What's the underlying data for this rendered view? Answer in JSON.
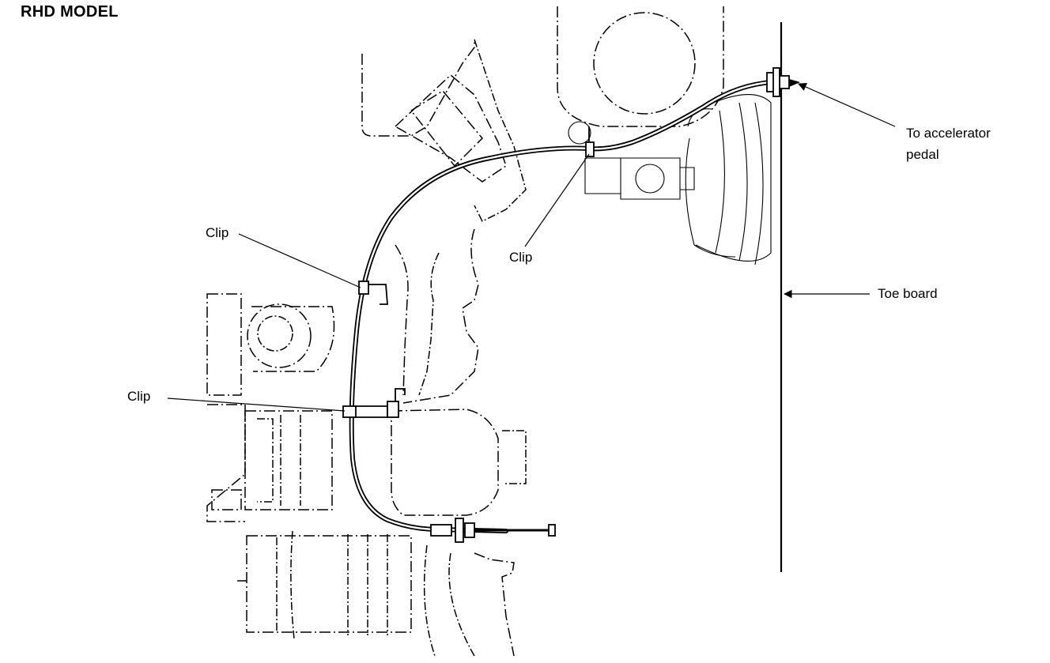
{
  "title": "RHD MODEL",
  "labels": {
    "accelerator_line1": "To accelerator",
    "accelerator_line2": "pedal",
    "toe_board": "Toe board",
    "clip_upper_left": "Clip",
    "clip_center": "Clip",
    "clip_lower_left": "Clip"
  },
  "icons": {
    "arrow": "arrowhead",
    "clip": "cable-clip"
  }
}
